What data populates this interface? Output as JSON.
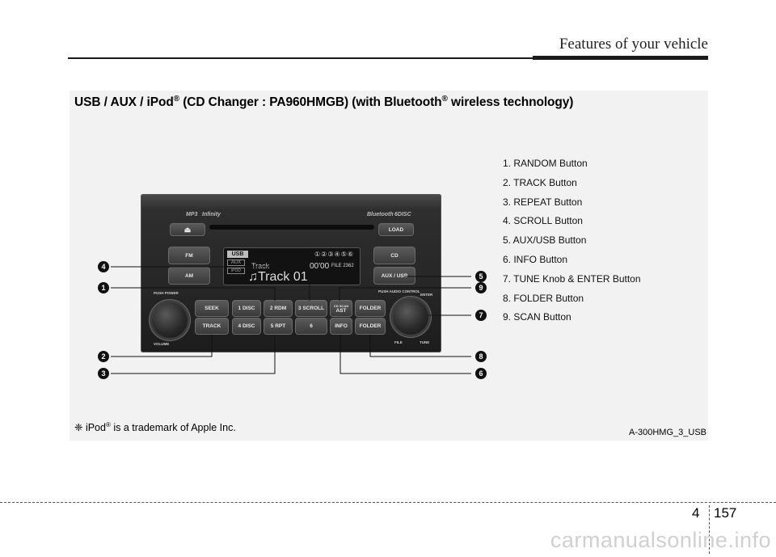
{
  "header": {
    "title": "Features of your vehicle"
  },
  "section": {
    "title_part1": "USB / AUX / iPod",
    "title_reg1": "®",
    "title_part2": " (CD Changer : PA960HMGB) (with Bluetooth",
    "title_reg2": "®",
    "title_part3": " wireless technology)"
  },
  "legend": [
    "1. RANDOM Button",
    "2. TRACK Button",
    "3. REPEAT Button",
    "4. SCROLL Button",
    "5. AUX/USB Button",
    "6. INFO Button",
    "7. TUNE Knob & ENTER Button",
    "8. FOLDER Button",
    "9. SCAN Button"
  ],
  "callout_markers": [
    "4",
    "1",
    "2",
    "3",
    "5",
    "9",
    "7",
    "8",
    "6"
  ],
  "radio": {
    "brand_mp3": "MP3",
    "brand_infinity": "Infinity",
    "brand_bluetooth": "Bluetooth",
    "brand_disc": "6DISC",
    "eject_symbol": "⏏",
    "load": "LOAD",
    "fm": "FM",
    "am": "AM",
    "cd": "CD",
    "aux_usb": "AUX / USB",
    "lcd_usb": "USB",
    "lcd_aux": "AUX",
    "lcd_ipod": "iPOD",
    "lcd_track_small": "Track",
    "lcd_track_big": "♫Track 01",
    "lcd_time": "00'00",
    "lcd_file": "FILE 2362",
    "lcd_discs": "①②③④⑤⑥",
    "push_power": "PUSH POWER",
    "volume": "VOLUME",
    "push_audio_control": "PUSH AUDIO CONTROL",
    "enter": "ENTER",
    "file": "FILE",
    "tune": "TUNE",
    "seek": "SEEK",
    "track": "TRACK",
    "btn1": "1",
    "btn1_label": "DISC",
    "btn2": "2",
    "btn2_label": "RDM",
    "btn3": "3",
    "btn3_label": "SCROLL",
    "btn4": "4",
    "btn4_label": "DISC",
    "btn5": "5",
    "btn5_label": "RPT",
    "btn6": "6",
    "cd_scan": "CD SCAN",
    "ast": "AST",
    "info": "INFO",
    "folder_up": "FOLDER",
    "folder_down": "FOLDER"
  },
  "footnote": {
    "symbol": "❈ iPod",
    "reg": "®",
    "text": " is a trademark of Apple Inc."
  },
  "image_code": "A-300HMG_3_USB",
  "page": {
    "chapter": "4",
    "number": "157"
  },
  "watermark": "carmanualsonline.info"
}
